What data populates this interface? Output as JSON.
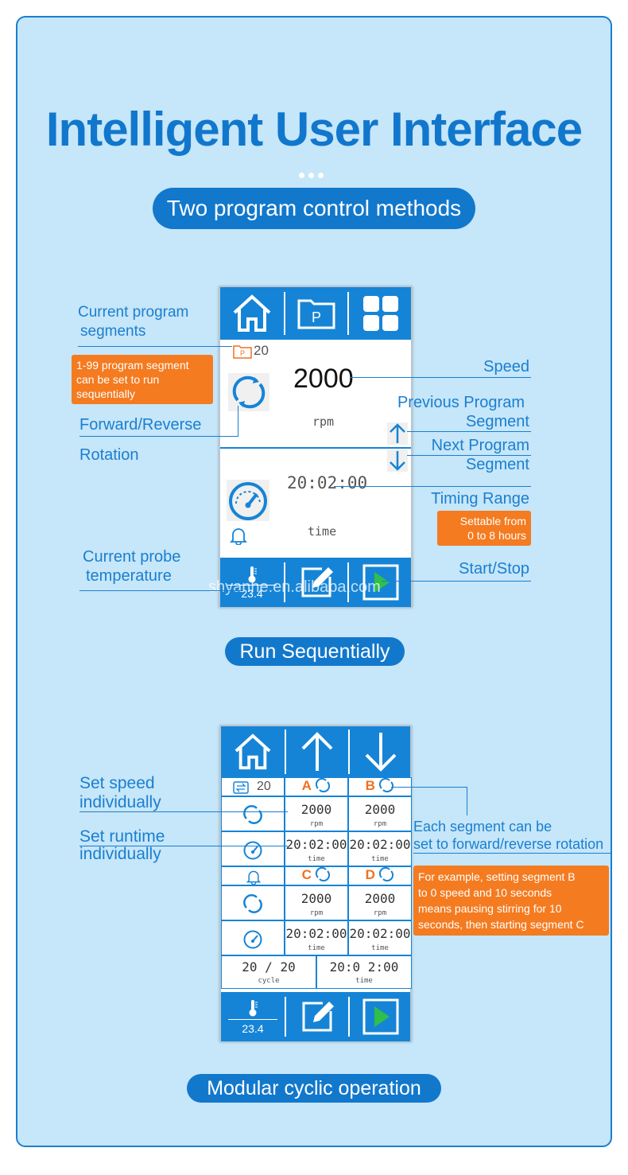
{
  "header": {
    "title": "Intelligent User Interface",
    "subtitle_pill": "Two program control methods"
  },
  "screen1": {
    "program_number": "20",
    "speed_value": "2000",
    "speed_unit": "rpm",
    "time_value": "20:02:00",
    "time_unit": "time",
    "temperature": "23.4"
  },
  "annotations1": {
    "current_program_segments": [
      "Current program",
      "segments"
    ],
    "orange_segment_note": [
      "1-99 program segment",
      "can be set to run",
      "sequentially"
    ],
    "forward_reverse": "Forward/Reverse",
    "rotation": "Rotation",
    "probe_temp": [
      "Current probe",
      "temperature"
    ],
    "speed": "Speed",
    "previous_segment": [
      "Previous Program",
      "Segment"
    ],
    "next_segment": [
      "Next Program",
      "Segment"
    ],
    "timing_range": "Timing Range",
    "orange_timing_note": [
      "Settable from",
      "0 to 8 hours"
    ],
    "start_stop": "Start/Stop"
  },
  "section1_label": "Run Sequentially",
  "screen2": {
    "program_number": "20",
    "segments": [
      {
        "letter": "A",
        "speed": "2000",
        "time": "20:02:00"
      },
      {
        "letter": "B",
        "speed": "2000",
        "time": "20:02:00"
      },
      {
        "letter": "C",
        "speed": "2000",
        "time": "20:02:00"
      },
      {
        "letter": "D",
        "speed": "2000",
        "time": "20:02:00"
      }
    ],
    "rpm_unit": "rpm",
    "time_unit": "time",
    "cycle_value": "20 / 20",
    "cycle_unit": "cycle",
    "total_time": "20:0 2:00",
    "total_time_unit": "time",
    "temperature": "23.4"
  },
  "annotations2": {
    "set_speed": [
      "Set speed",
      "individually"
    ],
    "set_runtime": [
      "Set runtime",
      "individually"
    ],
    "each_segment": [
      "Each segment can be",
      "set to forward/reverse rotation"
    ],
    "orange_example": [
      "For example, setting segment B",
      "to 0 speed and 10 seconds",
      "means pausing stirring for 10",
      "seconds, then starting  segment C"
    ]
  },
  "section2_label": "Modular cyclic operation",
  "watermark": "shyanhe.en.alibaba.com",
  "colors": {
    "primary": "#1684d6",
    "accent": "#f47b20",
    "background": "#c6e6f9"
  }
}
